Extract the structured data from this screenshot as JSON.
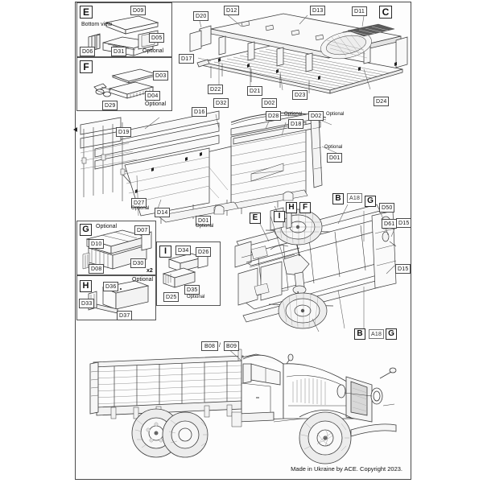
{
  "sheet": {
    "title": "ACE model kit assembly instruction sheet",
    "footer": "Made in Ukraine by ACE. Copyright 2023.",
    "paper_color": "#ffffff",
    "line_color": "#4a4a4a"
  },
  "panels": {
    "E": {
      "key": "E",
      "note_view": "Bottom view",
      "note_optional": "Optional",
      "parts": [
        "D09",
        "D05",
        "D06",
        "D31"
      ]
    },
    "F": {
      "key": "F",
      "note_optional": "Optional",
      "parts": [
        "D03",
        "D04",
        "D29"
      ]
    },
    "G": {
      "key": "G",
      "note_optional": "Optional",
      "quantity": "x2",
      "parts": [
        "D07",
        "D10",
        "D30",
        "D08"
      ]
    },
    "H": {
      "key": "H",
      "note_optional": "Optional",
      "parts": [
        "D36",
        "D33",
        "D37"
      ]
    },
    "I": {
      "key": "I",
      "note_optional": "Optional",
      "parts": [
        "D34",
        "D26",
        "D35",
        "D25"
      ]
    }
  },
  "assembly_top": {
    "key": "C",
    "parts": [
      "D20",
      "D12",
      "D13",
      "D11",
      "D17",
      "D22",
      "D21",
      "D23",
      "D24"
    ]
  },
  "assembly_bed": {
    "parts": [
      "D16",
      "D32",
      "D02",
      "D28",
      "D18",
      "D01",
      "D19",
      "D27",
      "D14"
    ],
    "notes": {
      "d28_optional": "Optional",
      "d02_optional": "Optional",
      "d01_optional": "Optional",
      "d27_optional": "Optional",
      "d01_left_optional": "Optional"
    }
  },
  "assembly_chassis": {
    "keys": [
      "E",
      "I",
      "H",
      "F",
      "B",
      "G"
    ],
    "parts": [
      "A18",
      "D50",
      "D61",
      "D15"
    ],
    "b_top": "B",
    "b_bottom": "B",
    "a18_top": "A18",
    "a18_bottom": "A18",
    "g_top": "G",
    "g_bottom": "G",
    "d15_upper": "D15",
    "d15_lower": "D15"
  },
  "completed_model": {
    "callout": "B08 / B09",
    "callout_left": "B08",
    "callout_sep": "/",
    "callout_right": "B09"
  }
}
